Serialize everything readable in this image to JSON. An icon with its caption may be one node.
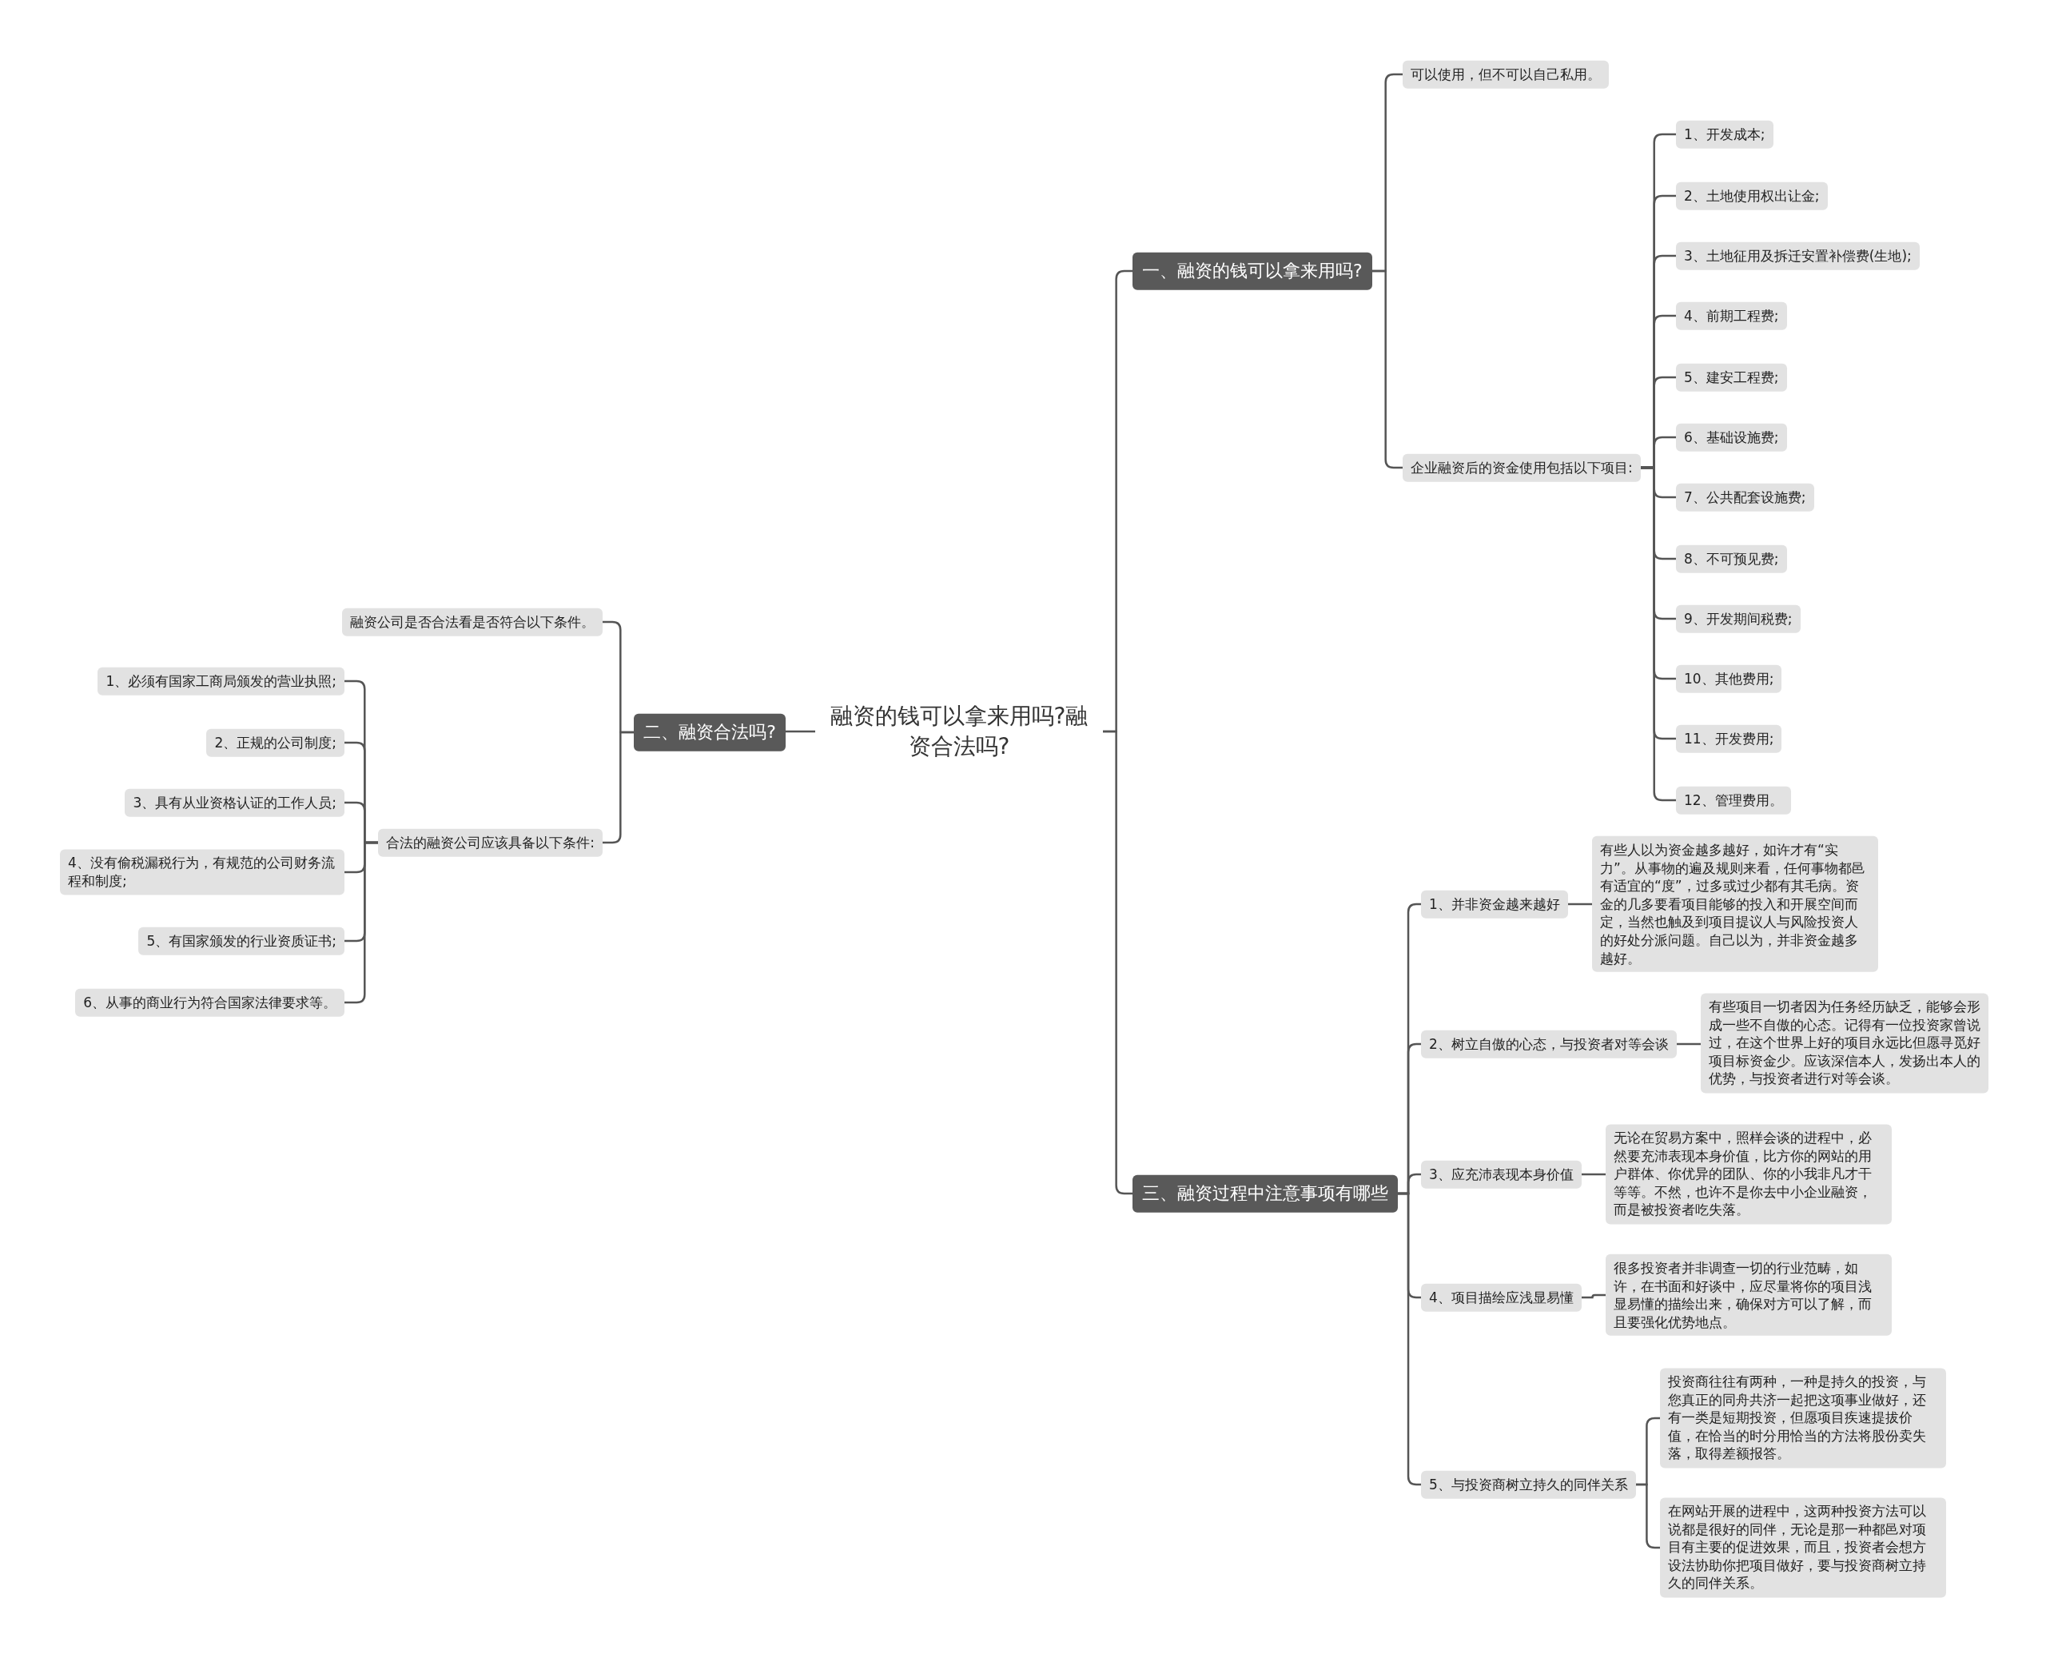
{
  "diagram": {
    "nodes": [
      {
        "text": [
          "融资的钱可以拿来用吗?融资合法吗?"
        ]
      },
      {
        "text": [
          "一、融资的钱可以拿来用吗?"
        ]
      },
      {
        "text": [
          "可以使用，但不可以自己私用。"
        ]
      },
      {
        "text": [
          "企业融资后的资金使用包括以下项目:"
        ]
      },
      {
        "text": [
          "1、开发成本;"
        ]
      },
      {
        "text": [
          "2、土地使用权出让金;"
        ]
      },
      {
        "text": [
          "3、土地征用及拆迁安置补偿费(生地);"
        ]
      },
      {
        "text": [
          "4、前期工程费;"
        ]
      },
      {
        "text": [
          "5、建安工程费;"
        ]
      },
      {
        "text": [
          "6、基础设施费;"
        ]
      },
      {
        "text": [
          "7、公共配套设施费;"
        ]
      },
      {
        "text": [
          "8、不可预见费;"
        ]
      },
      {
        "text": [
          "9、开发期间税费;"
        ]
      },
      {
        "text": [
          "10、其他费用;"
        ]
      },
      {
        "text": [
          "11、开发费用;"
        ]
      },
      {
        "text": [
          "12、管理费用。"
        ]
      },
      {
        "text": [
          "二、融资合法吗?"
        ]
      },
      {
        "text": [
          "融资公司是否合法看是否符合以下条件。"
        ]
      },
      {
        "text": [
          "合法的融资公司应该具备以下条件:"
        ]
      },
      {
        "text": [
          "1、必须有国家工商局颁发的营业执照;"
        ]
      },
      {
        "text": [
          "2、正规的公司制度;"
        ]
      },
      {
        "text": [
          "3、具有从业资格认证的工作人员;"
        ]
      },
      {
        "text": [
          "4、没有偷税漏税行为，有规范的公司财务流程和制度;"
        ]
      },
      {
        "text": [
          "5、有国家颁发的行业资质证书;"
        ]
      },
      {
        "text": [
          "6、从事的商业行为符合国家法律要求等。"
        ]
      },
      {
        "text": [
          "三、融资过程中注意事项有哪些"
        ]
      },
      {
        "text": [
          "1、并非资金越来越好"
        ]
      },
      {
        "text": [
          "有些人以为资金越多越好，如许才有“实力”。从事物的遍及规则来看，任何事物都邑有适宜的“度”，过多或过少都有其毛病。资金的几多要看项目能够的投入和开展空间而定，当然也触及到项目提议人与风险投资人的好处分派问题。自己以为，并非资金越多越好。"
        ]
      },
      {
        "text": [
          "2、树立自傲的心态，与投资者对等会谈"
        ]
      },
      {
        "text": [
          "有些项目一切者因为任务经历缺乏，能够会形成一些不自傲的心态。记得有一位投资家曾说过，在这个世界上好的项目永远比但愿寻觅好项目标资金少。应该深信本人，发扬出本人的优势，与投资者进行对等会谈。"
        ]
      },
      {
        "text": [
          "3、应充沛表现本身价值"
        ]
      },
      {
        "text": [
          "无论在贸易方案中，照样会谈的进程中，必然要充沛表现本身价值，比方你的网站的用户群体、你优异的团队、你的小我非凡才干等等。不然，也许不是你去中小企业融资，而是被投资者吃失落。"
        ]
      },
      {
        "text": [
          "4、项目描绘应浅显易懂"
        ]
      },
      {
        "text": [
          "很多投资者并非调查一切的行业范畴，如许，在书面和好谈中，应尽量将你的项目浅显易懂的描绘出来，确保对方可以了解，而且要强化优势地点。"
        ]
      },
      {
        "text": [
          "5、与投资商树立持久的同伴关系"
        ]
      },
      {
        "text": [
          "投资商往往有两种，一种是持久的投资，与您真正的同舟共济一起把这项事业做好，还有一类是短期投资，但愿项目疾速提拔价值，在恰当的时分用恰当的方法将股份卖失落，取得差额报答。"
        ]
      },
      {
        "text": [
          "在网站开展的进程中，这两种投资方法可以说都是很好的同伴，无论是那一种都邑对项目有主要的促进效果，而且，投资者会想方设法协助你把项目做好，要与投资商树立持久的同伴关系。"
        ]
      }
    ],
    "edges": [
      {
        "from": 0,
        "to": 1,
        "arrow": "none"
      },
      {
        "from": 1,
        "to": 2,
        "arrow": "none"
      },
      {
        "from": 1,
        "to": 3,
        "arrow": "none"
      },
      {
        "from": 3,
        "to": 4,
        "arrow": "none"
      },
      {
        "from": 3,
        "to": 5,
        "arrow": "none"
      },
      {
        "from": 3,
        "to": 6,
        "arrow": "none"
      },
      {
        "from": 3,
        "to": 7,
        "arrow": "none"
      },
      {
        "from": 3,
        "to": 8,
        "arrow": "none"
      },
      {
        "from": 3,
        "to": 9,
        "arrow": "none"
      },
      {
        "from": 3,
        "to": 10,
        "arrow": "none"
      },
      {
        "from": 3,
        "to": 11,
        "arrow": "none"
      },
      {
        "from": 3,
        "to": 12,
        "arrow": "none"
      },
      {
        "from": 3,
        "to": 13,
        "arrow": "none"
      },
      {
        "from": 3,
        "to": 14,
        "arrow": "none"
      },
      {
        "from": 3,
        "to": 15,
        "arrow": "none"
      },
      {
        "from": 0,
        "to": 16,
        "arrow": "none"
      },
      {
        "from": 16,
        "to": 17,
        "arrow": "none"
      },
      {
        "from": 16,
        "to": 18,
        "arrow": "none"
      },
      {
        "from": 18,
        "to": 19,
        "arrow": "none"
      },
      {
        "from": 18,
        "to": 20,
        "arrow": "none"
      },
      {
        "from": 18,
        "to": 21,
        "arrow": "none"
      },
      {
        "from": 18,
        "to": 22,
        "arrow": "none"
      },
      {
        "from": 18,
        "to": 23,
        "arrow": "none"
      },
      {
        "from": 18,
        "to": 24,
        "arrow": "none"
      },
      {
        "from": 0,
        "to": 25,
        "arrow": "none"
      },
      {
        "from": 25,
        "to": 26,
        "arrow": "none"
      },
      {
        "from": 26,
        "to": 27,
        "arrow": "none"
      },
      {
        "from": 25,
        "to": 28,
        "arrow": "none"
      },
      {
        "from": 28,
        "to": 29,
        "arrow": "none"
      },
      {
        "from": 25,
        "to": 30,
        "arrow": "none"
      },
      {
        "from": 30,
        "to": 31,
        "arrow": "none"
      },
      {
        "from": 25,
        "to": 32,
        "arrow": "none"
      },
      {
        "from": 32,
        "to": 33,
        "arrow": "none"
      },
      {
        "from": 25,
        "to": 34,
        "arrow": "none"
      },
      {
        "from": 34,
        "to": 35,
        "arrow": "none"
      },
      {
        "from": 34,
        "to": 36,
        "arrow": "none"
      }
    ]
  }
}
